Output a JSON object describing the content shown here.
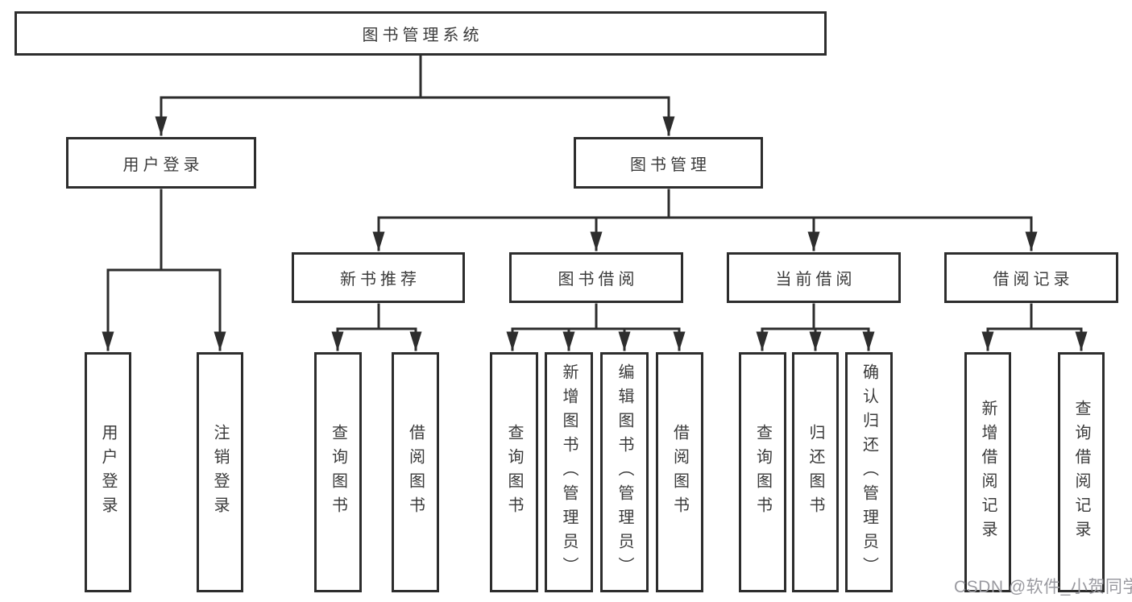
{
  "colors": {
    "line": "#2d2d2d",
    "text": "#3b3b3b",
    "background": "#ffffff",
    "watermark": "#9a9aa0"
  },
  "watermark": {
    "text": "CSDN @软件_小贺同学"
  },
  "tree": {
    "label": "图书管理系统",
    "children": [
      {
        "label": "用户登录",
        "children": [
          {
            "label": "用户登录"
          },
          {
            "label": "注销登录"
          }
        ]
      },
      {
        "label": "图书管理",
        "children": [
          {
            "label": "新书推荐",
            "children": [
              {
                "label": "查询图书"
              },
              {
                "label": "借阅图书"
              }
            ]
          },
          {
            "label": "图书借阅",
            "children": [
              {
                "label": "查询图书"
              },
              {
                "label": "新增图书（管理员）"
              },
              {
                "label": "编辑图书（管理员）"
              },
              {
                "label": "借阅图书"
              }
            ]
          },
          {
            "label": "当前借阅",
            "children": [
              {
                "label": "查询图书"
              },
              {
                "label": "归还图书"
              },
              {
                "label": "确认归还（管理员）"
              }
            ]
          },
          {
            "label": "借阅记录",
            "children": [
              {
                "label": "新增借阅记录"
              },
              {
                "label": "查询借阅记录"
              }
            ]
          }
        ]
      }
    ]
  }
}
